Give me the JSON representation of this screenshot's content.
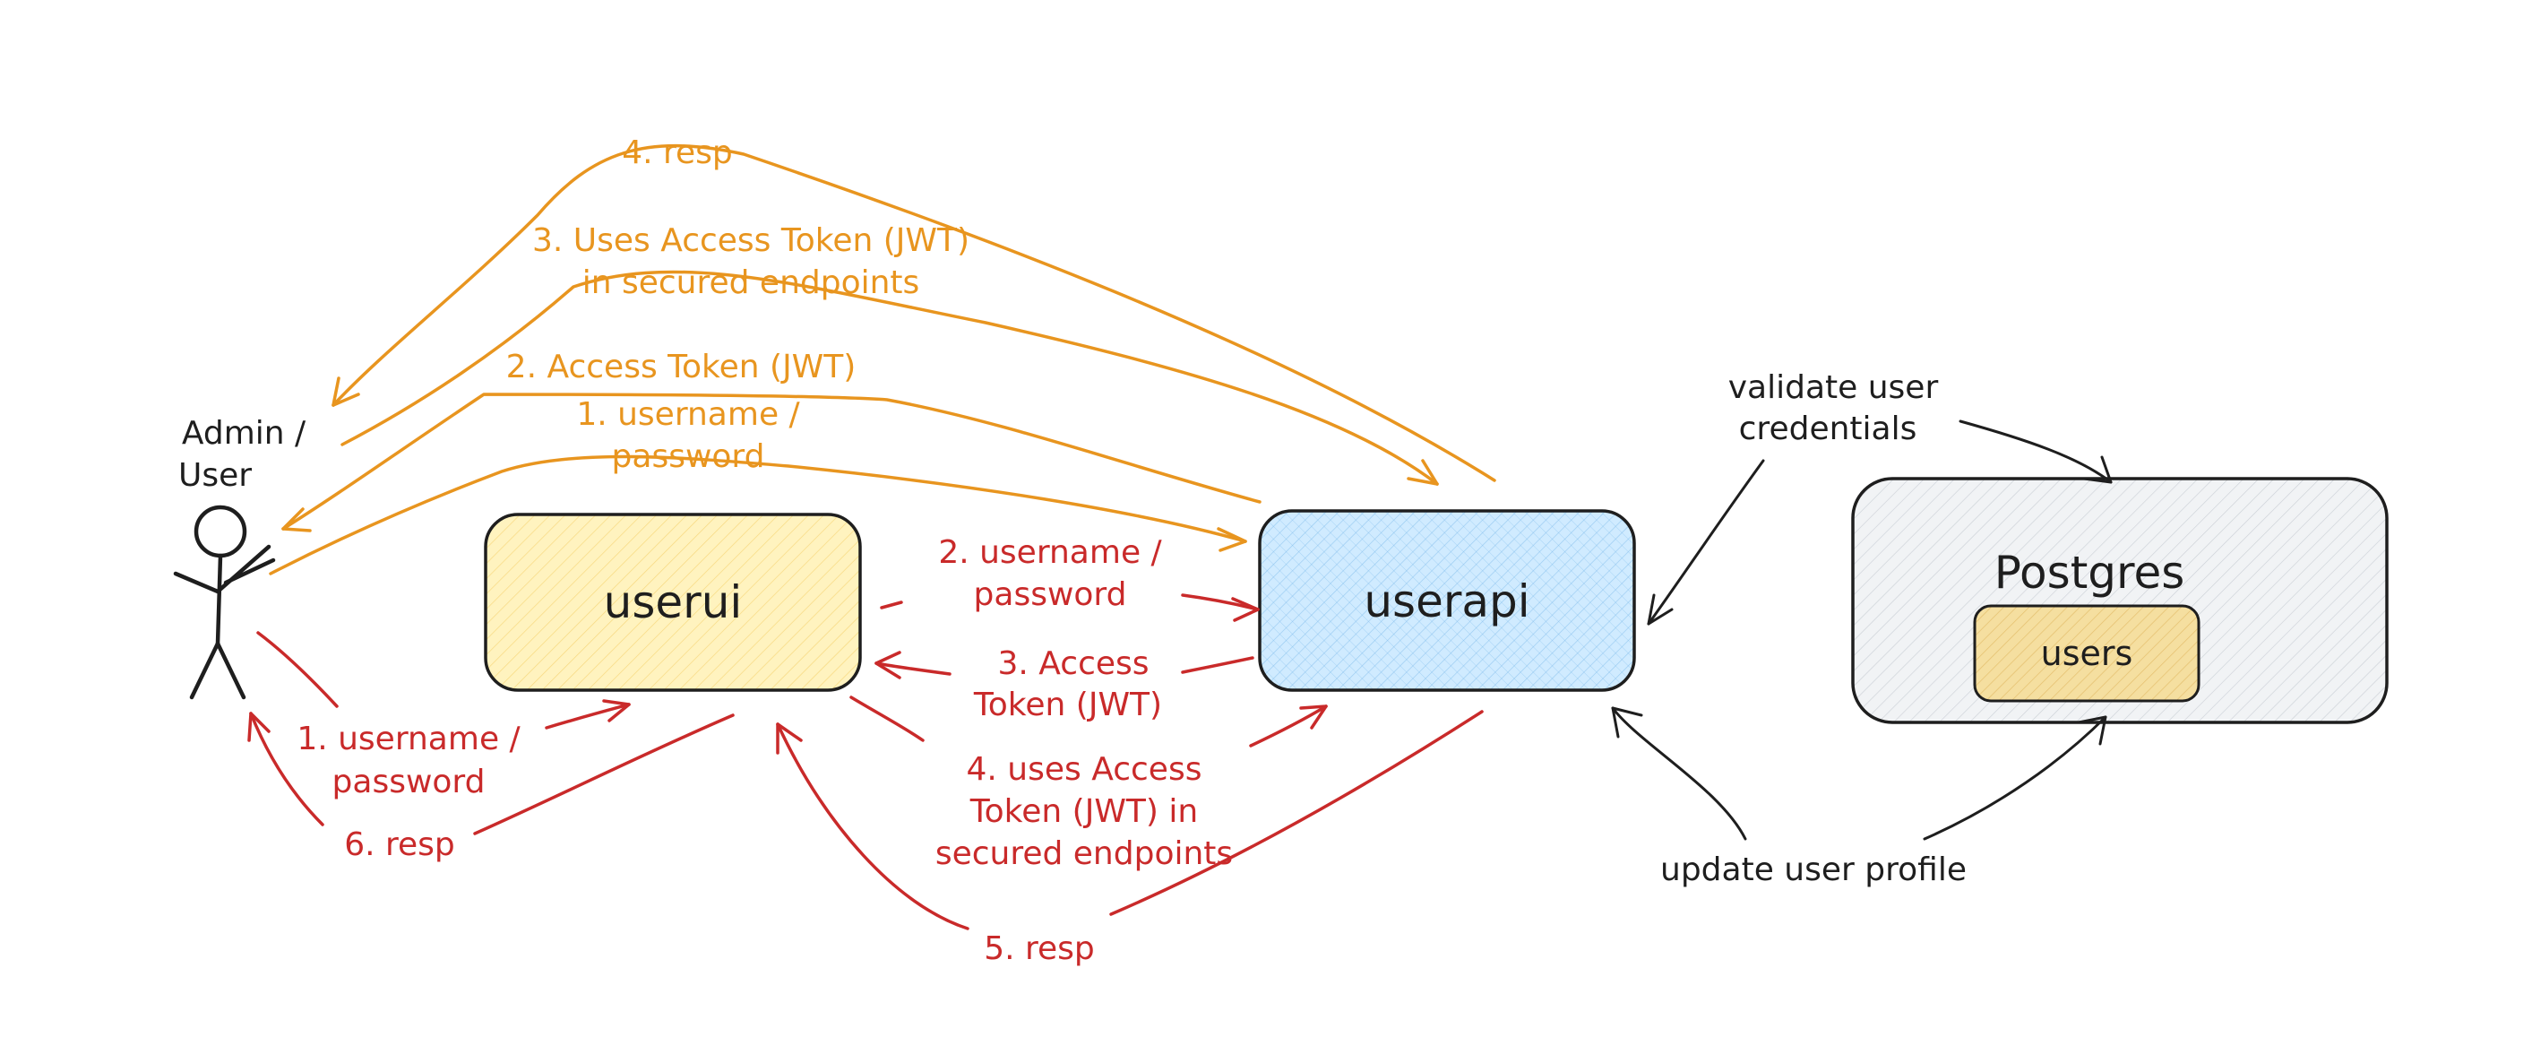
{
  "colors": {
    "orange": "#e8951f",
    "red": "#c92a2a",
    "ink": "#1e1e1e",
    "userui_fill": "#fff3bf",
    "userapi_fill": "#d0ebff",
    "postgres_fill": "#e9ecef",
    "users_fill": "#f5dfa0"
  },
  "actor": {
    "label_line1": "Admin /",
    "label_line2": "User"
  },
  "boxes": {
    "userui": "userui",
    "userapi": "userapi",
    "postgres": "Postgres",
    "users": "users"
  },
  "orange_labels": {
    "resp": "4. resp",
    "uses_token_line1": "3. Uses Access Token (JWT)",
    "uses_token_line2": "in secured endpoints",
    "access_token": "2. Access Token (JWT)",
    "username_line1": "1. username /",
    "username_line2": "password"
  },
  "red_labels": {
    "ui_username_line1": "1. username /",
    "ui_username_line2": "password",
    "ui_resp": "6. resp",
    "api_username_line1": "2. username /",
    "api_username_line2": "password",
    "api_token_line1": "3. Access",
    "api_token_line2": "Token (JWT)",
    "uses_line1": "4. uses Access",
    "uses_line2": "Token (JWT) in",
    "uses_line3": "secured endpoints",
    "resp5": "5. resp"
  },
  "black_labels": {
    "validate_line1": "validate user",
    "validate_line2": "credentials",
    "update": "update user profile"
  }
}
